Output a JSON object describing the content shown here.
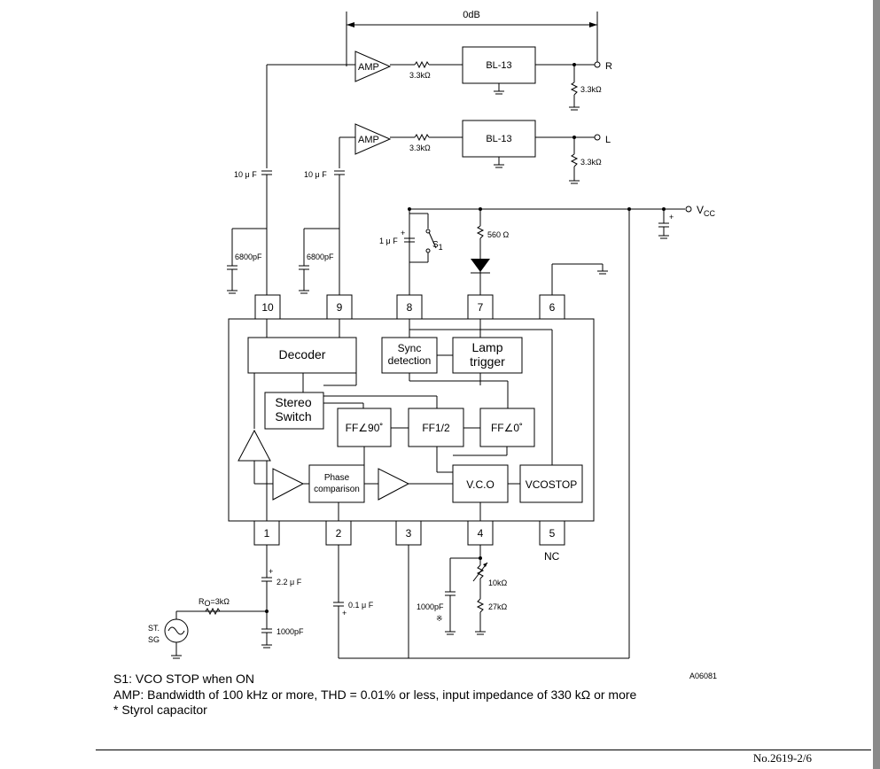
{
  "diagram": {
    "gain_label": "0dB",
    "amp_label": "AMP",
    "bl_label": "BL-13",
    "res_3k3": "3.3kΩ",
    "out_r": "R",
    "out_l": "L",
    "vcc": "V",
    "vcc_sub": "CC",
    "cap_10uf": "10 μ F",
    "cap_6800": "6800pF",
    "cap_1uf": "1 μ F",
    "switch_label": "S",
    "switch_sub": "1",
    "res_560": "560 Ω",
    "pins_top": [
      "10",
      "9",
      "8",
      "7",
      "6"
    ],
    "pins_bottom": [
      "1",
      "2",
      "3",
      "4",
      "5"
    ],
    "nc_label": "NC",
    "blocks": {
      "decoder": "Decoder",
      "sync_1": "Sync",
      "sync_2": "detection",
      "lamp_1": "Lamp",
      "lamp_2": "trigger",
      "stereo_1": "Stereo",
      "stereo_2": "Switch",
      "ff90": "FF∠90˚",
      "ff12": "FF1/2",
      "ff0": "FF∠0˚",
      "phase_1": "Phase",
      "phase_2": "comparison",
      "vco": "V.C.O",
      "vcostop": "VCOSTOP"
    },
    "cap_22uf": "2.2 μ F",
    "cap_01uf": "0.1 μ F",
    "cap_1000pf": "1000pF",
    "res_10k": "10kΩ",
    "res_27k": "27kΩ",
    "ro_label": "R",
    "ro_sub": "O",
    "ro_value": "=3kΩ",
    "st_1": "ST.",
    "st_2": "SG",
    "styrol_mark": "※",
    "plus": "+",
    "figure_id": "A06081"
  },
  "notes": [
    "S1: VCO STOP when ON",
    "AMP: Bandwidth of 100 kHz or more, THD = 0.01% or less, input impedance of 330 kΩ or more",
    "* Styrol capacitor"
  ],
  "page_number": "No.2619-2/6"
}
